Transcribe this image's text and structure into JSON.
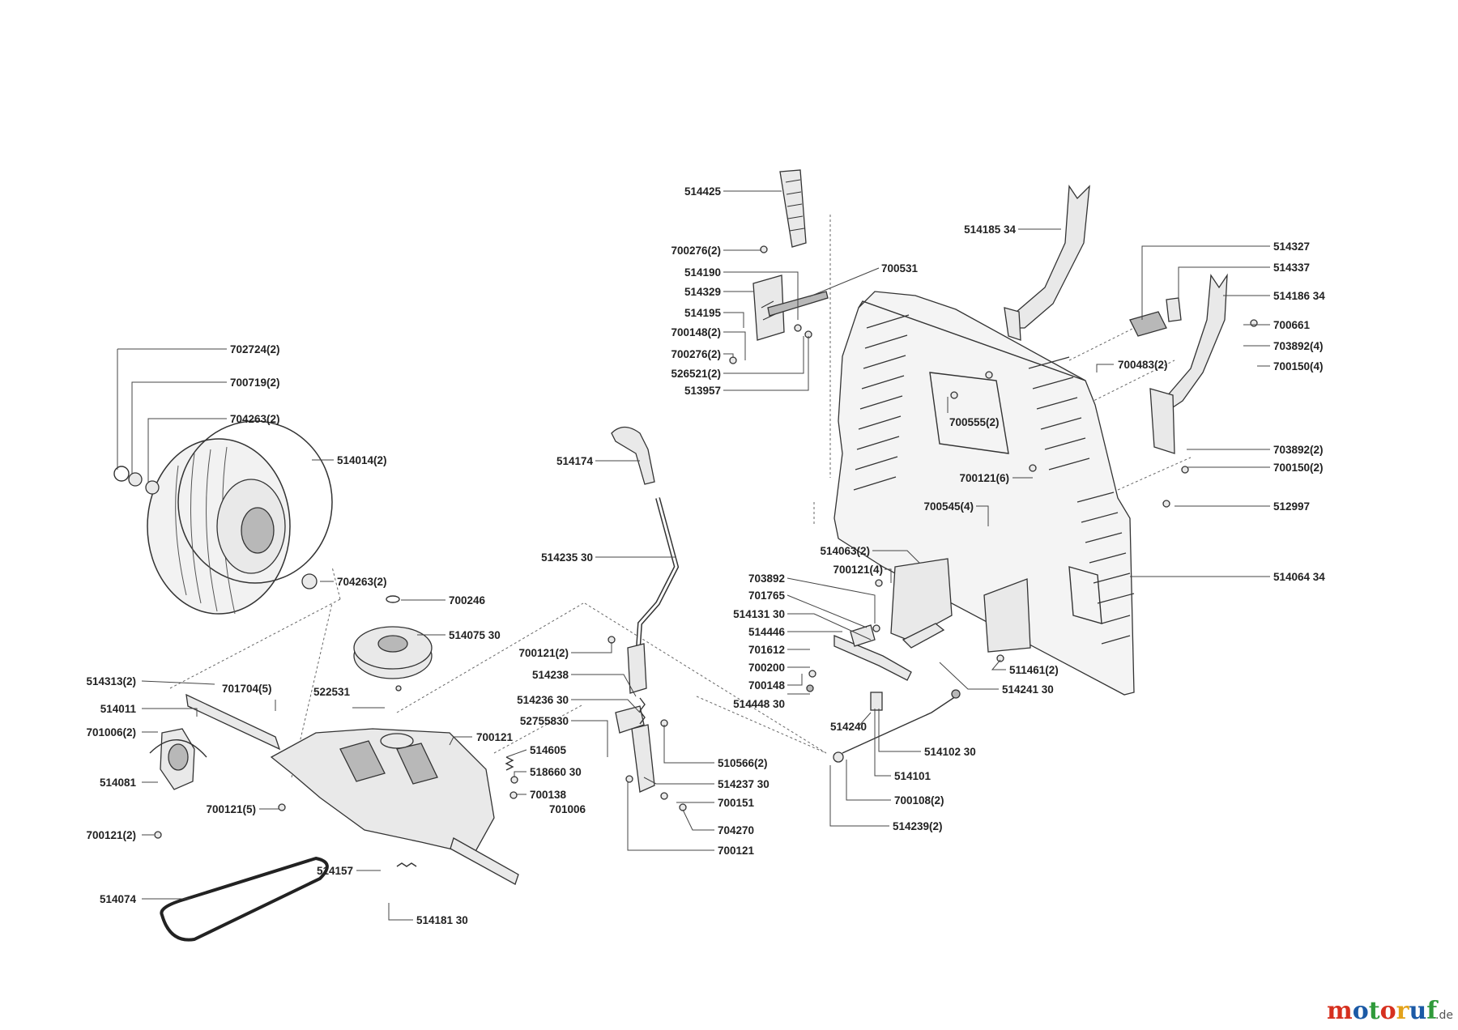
{
  "watermark": {
    "brand": "motoruf",
    "suffix": ".de",
    "colors": [
      "#d6301f",
      "#1b5aa6",
      "#2f9a3a",
      "#d6301f",
      "#e3a21a",
      "#1b5aa6",
      "#2f9a3a"
    ]
  },
  "labels": [
    {
      "id": "p514425",
      "text": "514425"
    },
    {
      "id": "p700276a",
      "text": "700276(2)"
    },
    {
      "id": "p514190",
      "text": "514190"
    },
    {
      "id": "p514329",
      "text": "514329"
    },
    {
      "id": "p514195",
      "text": "514195"
    },
    {
      "id": "p700148a",
      "text": "700148(2)"
    },
    {
      "id": "p700276b",
      "text": "700276(2)"
    },
    {
      "id": "p526521",
      "text": "526521(2)"
    },
    {
      "id": "p513957",
      "text": "513957"
    },
    {
      "id": "p700531",
      "text": "700531"
    },
    {
      "id": "p514185",
      "text": "514185 34"
    },
    {
      "id": "p514327",
      "text": "514327"
    },
    {
      "id": "p514337",
      "text": "514337"
    },
    {
      "id": "p514186",
      "text": "514186 34"
    },
    {
      "id": "p700661",
      "text": "700661"
    },
    {
      "id": "p703892a",
      "text": "703892(4)"
    },
    {
      "id": "p700150a",
      "text": "700150(4)"
    },
    {
      "id": "p700483",
      "text": "700483(2)"
    },
    {
      "id": "p700555",
      "text": "700555(2)"
    },
    {
      "id": "p703892b",
      "text": "703892(2)"
    },
    {
      "id": "p700150b",
      "text": "700150(2)"
    },
    {
      "id": "p700121_6",
      "text": "700121(6)"
    },
    {
      "id": "p512997",
      "text": "512997"
    },
    {
      "id": "p700545",
      "text": "700545(4)"
    },
    {
      "id": "p514064",
      "text": "514064 34"
    },
    {
      "id": "p514063",
      "text": "514063(2)"
    },
    {
      "id": "p700121_4",
      "text": "700121(4)"
    },
    {
      "id": "p702724",
      "text": "702724(2)"
    },
    {
      "id": "p700719",
      "text": "700719(2)"
    },
    {
      "id": "p704263a",
      "text": "704263(2)"
    },
    {
      "id": "p514014",
      "text": "514014(2)"
    },
    {
      "id": "p704263b",
      "text": "704263(2)"
    },
    {
      "id": "p514174",
      "text": "514174"
    },
    {
      "id": "p514235",
      "text": "514235 30"
    },
    {
      "id": "p700246",
      "text": "700246"
    },
    {
      "id": "p514075",
      "text": "514075 30"
    },
    {
      "id": "p703892c",
      "text": "703892"
    },
    {
      "id": "p701765",
      "text": "701765"
    },
    {
      "id": "p514131",
      "text": "514131 30"
    },
    {
      "id": "p514446",
      "text": "514446"
    },
    {
      "id": "p701612",
      "text": "701612"
    },
    {
      "id": "p700200",
      "text": "700200"
    },
    {
      "id": "p700148b",
      "text": "700148"
    },
    {
      "id": "p514448",
      "text": "514448 30"
    },
    {
      "id": "p511461",
      "text": "511461(2)"
    },
    {
      "id": "p514241",
      "text": "514241 30"
    },
    {
      "id": "p514240",
      "text": "514240"
    },
    {
      "id": "p514102",
      "text": "514102 30"
    },
    {
      "id": "p514101",
      "text": "514101"
    },
    {
      "id": "p700108",
      "text": "700108(2)"
    },
    {
      "id": "p514239",
      "text": "514239(2)"
    },
    {
      "id": "p700121_2a",
      "text": "700121(2)"
    },
    {
      "id": "p514238",
      "text": "514238"
    },
    {
      "id": "p514236",
      "text": "514236 30"
    },
    {
      "id": "p52755830",
      "text": "52755830"
    },
    {
      "id": "p510566",
      "text": "510566(2)"
    },
    {
      "id": "p514237",
      "text": "514237 30"
    },
    {
      "id": "p700151",
      "text": "700151"
    },
    {
      "id": "p704270",
      "text": "704270"
    },
    {
      "id": "p700121c",
      "text": "700121"
    },
    {
      "id": "p514313",
      "text": "514313(2)"
    },
    {
      "id": "p701704",
      "text": "701704(5)"
    },
    {
      "id": "p522531",
      "text": "522531"
    },
    {
      "id": "p514011",
      "text": "514011"
    },
    {
      "id": "p701006a",
      "text": "701006(2)"
    },
    {
      "id": "p514081",
      "text": "514081"
    },
    {
      "id": "p700121_5",
      "text": "700121(5)"
    },
    {
      "id": "p700121_2b",
      "text": "700121(2)"
    },
    {
      "id": "p700121d",
      "text": "700121"
    },
    {
      "id": "p514605",
      "text": "514605"
    },
    {
      "id": "p518660",
      "text": "518660 30"
    },
    {
      "id": "p700138",
      "text": "700138"
    },
    {
      "id": "p701006b",
      "text": "701006"
    },
    {
      "id": "p514157",
      "text": "514157"
    },
    {
      "id": "p514074",
      "text": "514074"
    },
    {
      "id": "p514181",
      "text": "514181 30"
    }
  ]
}
